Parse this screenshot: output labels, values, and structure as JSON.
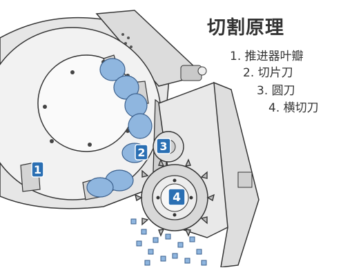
{
  "title": "切割原理",
  "legend": [
    "1. 推进器叶瓣",
    "2. 切片刀",
    "3. 圆刀",
    "4. 横切刀"
  ],
  "badges": [
    "1",
    "2",
    "3",
    "4"
  ],
  "colors": {
    "badge_fill": "#2a6fb3",
    "product_blue": "#8fb6df",
    "metal_light": "#ececec",
    "metal_mid": "#c8c8c8",
    "outline": "#333333"
  }
}
